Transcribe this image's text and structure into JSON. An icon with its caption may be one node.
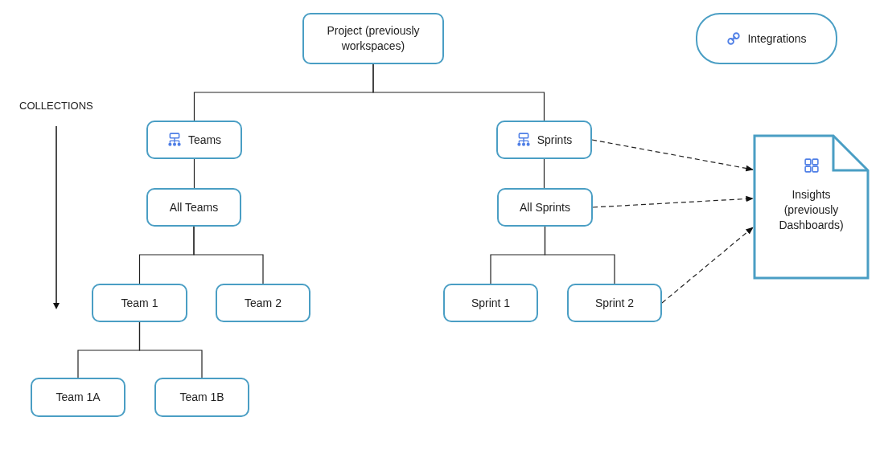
{
  "diagram": {
    "nodes": [
      {
        "text": [
          "Project (previously workspaces)"
        ]
      },
      {
        "text": [
          "Integrations"
        ]
      },
      {
        "text": [
          "Teams"
        ]
      },
      {
        "text": [
          "Sprints"
        ]
      },
      {
        "text": [
          "All Teams"
        ]
      },
      {
        "text": [
          "All Sprints"
        ]
      },
      {
        "text": [
          "Team 1"
        ]
      },
      {
        "text": [
          "Team 2"
        ]
      },
      {
        "text": [
          "Sprint 1"
        ]
      },
      {
        "text": [
          "Sprint 2"
        ]
      },
      {
        "text": [
          "Team 1A"
        ]
      },
      {
        "text": [
          "Team 1B"
        ]
      },
      {
        "text": [
          "Insights (previously Dashboards)"
        ]
      }
    ],
    "edges": [
      {
        "from": 0,
        "to": 2,
        "arrow": "none"
      },
      {
        "from": 0,
        "to": 3,
        "arrow": "none"
      },
      {
        "from": 2,
        "to": 4,
        "arrow": "none"
      },
      {
        "from": 4,
        "to": 6,
        "arrow": "none"
      },
      {
        "from": 4,
        "to": 7,
        "arrow": "none"
      },
      {
        "from": 6,
        "to": 10,
        "arrow": "none"
      },
      {
        "from": 6,
        "to": 11,
        "arrow": "none"
      },
      {
        "from": 3,
        "to": 5,
        "arrow": "none"
      },
      {
        "from": 5,
        "to": 8,
        "arrow": "none"
      },
      {
        "from": 5,
        "to": 9,
        "arrow": "none"
      },
      {
        "from": 3,
        "to": 12,
        "arrow": "to",
        "style": "dashed"
      },
      {
        "from": 5,
        "to": 12,
        "arrow": "to",
        "style": "dashed"
      },
      {
        "from": 9,
        "to": 12,
        "arrow": "to",
        "style": "dashed"
      }
    ],
    "labels": [
      "COLLECTIONS"
    ]
  }
}
